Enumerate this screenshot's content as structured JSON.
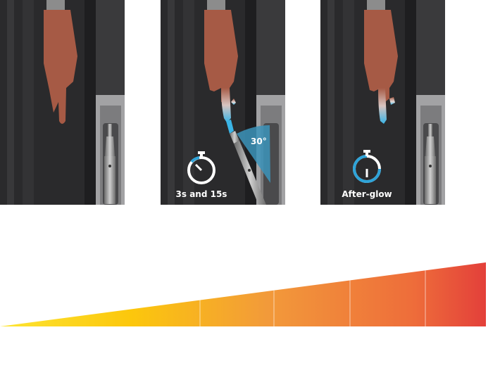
{
  "panels": [
    {
      "id": "hand-approach",
      "label": null
    },
    {
      "id": "touch-timer",
      "timer_label": "3s and 15s",
      "angle_label": "30°"
    },
    {
      "id": "after-glow",
      "timer_label": "After-glow"
    }
  ],
  "colors": {
    "panel_bg": "#2a2a2c",
    "hand": "#a65a45",
    "glow": "#3ab4e6",
    "accent_blue": "#2ea3d8",
    "ramp_start": "#fde02a",
    "ramp_mid": "#fbc511",
    "ramp_end": "#e3403a"
  },
  "ramp": {
    "segments": 6
  }
}
